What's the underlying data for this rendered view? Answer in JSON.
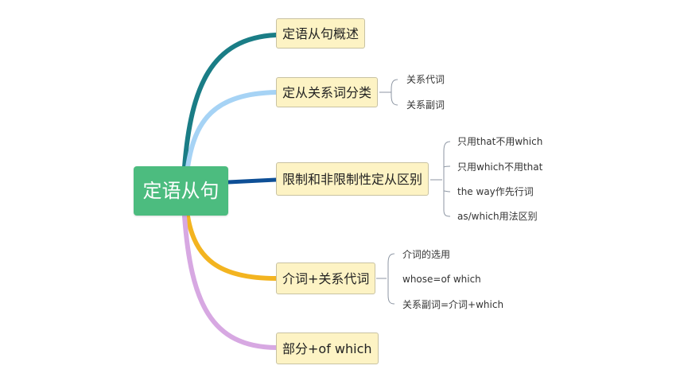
{
  "root": {
    "label": "定语从句"
  },
  "branches": [
    {
      "label": "定语从句概述",
      "color": "#1a7d86",
      "leaves": []
    },
    {
      "label": "定从关系词分类",
      "color": "#a6d3f5",
      "leaves": [
        "关系代词",
        "关系副词"
      ]
    },
    {
      "label": "限制和非限制性定从区别",
      "color": "#0e4f96",
      "leaves": [
        "只用that不用which",
        "只用which不用that",
        "the way作先行词",
        "as/which用法区别"
      ]
    },
    {
      "label": "介词+关系代词",
      "color": "#f3b420",
      "leaves": [
        "介词的选用",
        "whose=of which",
        "关系副词=介词+which"
      ]
    },
    {
      "label": "部分+of which",
      "color": "#d7a8e2",
      "leaves": []
    }
  ]
}
